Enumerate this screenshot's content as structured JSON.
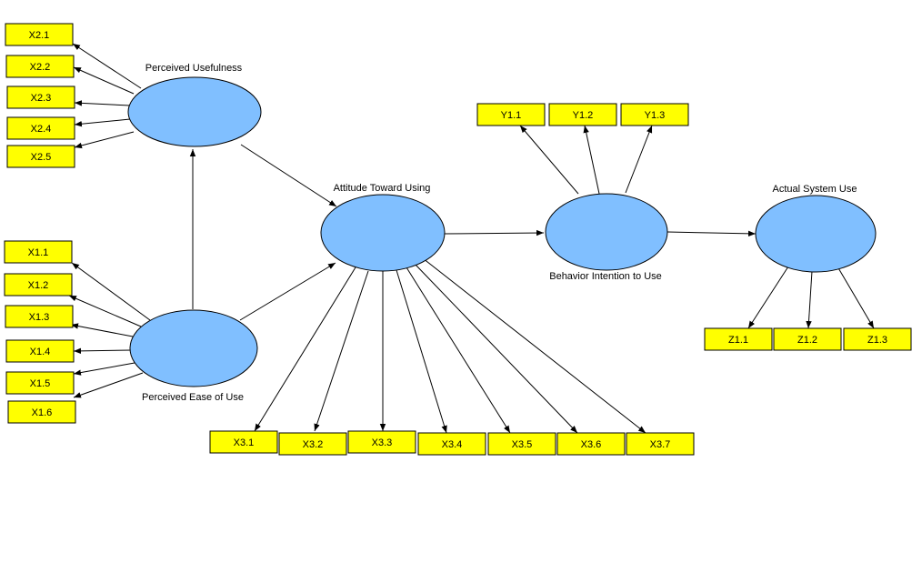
{
  "colors": {
    "construct_fill": "#80bfff",
    "indicator_fill": "#ffff00",
    "line": "#000000"
  },
  "constructs": [
    {
      "id": "pu",
      "label": "Perceived Usefulness"
    },
    {
      "id": "peou",
      "label": "Perceived Ease of Use"
    },
    {
      "id": "atu",
      "label": "Attitude Toward Using"
    },
    {
      "id": "bi",
      "label": "Behavior Intention to Use"
    },
    {
      "id": "asu",
      "label": "Actual System Use"
    }
  ],
  "indicators": {
    "pu": [
      "X2.1",
      "X2.2",
      "X2.3",
      "X2.4",
      "X2.5"
    ],
    "peou": [
      "X1.1",
      "X1.2",
      "X1.3",
      "X1.4",
      "X1.5",
      "X1.6"
    ],
    "atu": [
      "X3.1",
      "X3.2",
      "X3.3",
      "X3.4",
      "X3.5",
      "X3.6",
      "X3.7"
    ],
    "bi": [
      "Y1.1",
      "Y1.2",
      "Y1.3"
    ],
    "asu": [
      "Z1.1",
      "Z1.2",
      "Z1.3"
    ]
  },
  "paths": [
    {
      "from": "peou",
      "to": "pu"
    },
    {
      "from": "pu",
      "to": "atu"
    },
    {
      "from": "peou",
      "to": "atu"
    },
    {
      "from": "atu",
      "to": "bi"
    },
    {
      "from": "bi",
      "to": "asu"
    }
  ]
}
